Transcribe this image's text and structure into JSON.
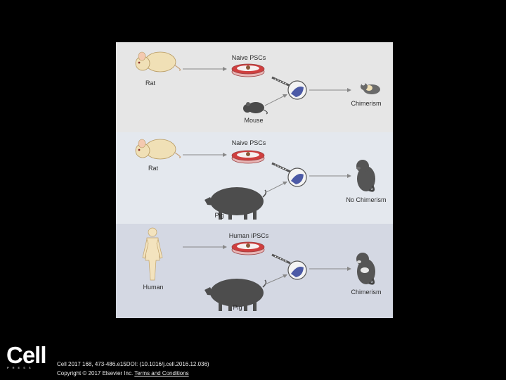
{
  "figure": {
    "panels": [
      {
        "donor_label": "Rat",
        "cells_label": "Naive PSCs",
        "host_label": "Mouse",
        "outcome_label": "Chimerism",
        "colors": {
          "background": "#e6e6e6",
          "donor": "#f0e0b6",
          "host": "#4a4a4a",
          "dish": "#cf3f3f"
        }
      },
      {
        "donor_label": "Rat",
        "cells_label": "Naive PSCs",
        "host_label": "Pig",
        "outcome_label": "No Chimerism",
        "colors": {
          "background": "#e4e8ee",
          "donor": "#f0e0b6",
          "host": "#4d4d4d",
          "dish": "#cf3f3f"
        }
      },
      {
        "donor_label": "Human",
        "cells_label": "Human iPSCs",
        "host_label": "Pig",
        "outcome_label": "Chimerism",
        "colors": {
          "background": "#d4d8e3",
          "donor": "#f3e3be",
          "host": "#4d4d4d",
          "dish": "#cf3f3f"
        }
      }
    ]
  },
  "footer": {
    "logo_word": "Cell",
    "logo_sub": "PRESS",
    "citation": "Cell 2017 168, 473-486.e15DOI: (10.1016/j.cell.2016.12.036)",
    "copyright": "Copyright © 2017 Elsevier Inc.",
    "terms_link": "Terms and Conditions"
  }
}
